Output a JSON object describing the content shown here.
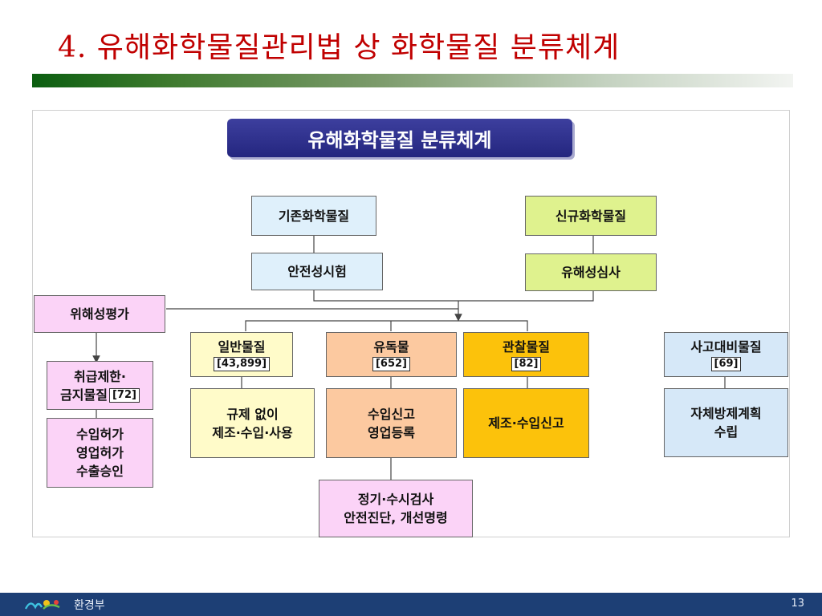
{
  "slide": {
    "title": "4. 유해화학물질관리법 상 화학물질 분류체계",
    "footer_org": "환경부",
    "page_number": "13"
  },
  "diagram": {
    "header": "유해화학물질 분류체계",
    "existing": "기존화학물질",
    "safety_test": "안전성시험",
    "new": "신규화학물질",
    "hazard_review": "유해성심사",
    "risk_assessment": "위해성평가",
    "restricted_line1": "취급제한·",
    "restricted_line2": "금지물질",
    "restricted_count": "[72]",
    "import_line1": "수입허가",
    "import_line2": "영업허가",
    "import_line3": "수출승인",
    "general": "일반물질",
    "general_count": "[43,899]",
    "general_rule_line1": "규제 없이",
    "general_rule_line2": "제조·수입·사용",
    "toxic": "유독물",
    "toxic_count": "[652]",
    "toxic_rule_line1": "수입신고",
    "toxic_rule_line2": "영업등록",
    "observed": "관찰물질",
    "observed_count": "[82]",
    "observed_rule": "제조·수입신고",
    "accident": "사고대비물질",
    "accident_count": "[69]",
    "accident_rule_line1": "자체방제계획",
    "accident_rule_line2": "수립",
    "inspection_line1": "정기·수시검사",
    "inspection_line2": "안전진단, 개선명령"
  },
  "colors": {
    "title_red": "#c00000",
    "header_navy": "#24267f",
    "light_blue": "#dff0fb",
    "light_green": "#dff28e",
    "pink": "#fbd3f7",
    "light_yellow": "#fffbc9",
    "peach": "#fcc9a0",
    "gold": "#fcc20b",
    "pale_blue": "#d6e8f8",
    "footer_navy": "#1d3f75"
  }
}
